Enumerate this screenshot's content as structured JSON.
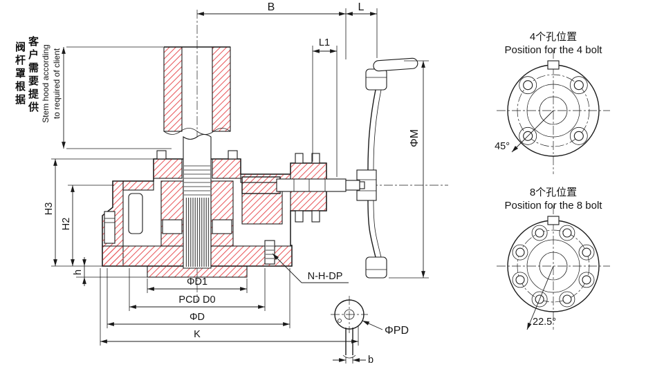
{
  "drawing_notes": {
    "stem_hood_cn_col1": "阀杆罩根据",
    "stem_hood_cn_col2": "客户需要提供",
    "stem_hood_en_line1": "Stem hood according",
    "stem_hood_en_line2": "to required of client"
  },
  "dimensions": {
    "B": "B",
    "L": "L",
    "L1": "L1",
    "phi_M": "ΦM",
    "H3": "H3",
    "H2": "H2",
    "h": "h",
    "phi_D1": "ΦD1",
    "PCD_D0": "PCD D0",
    "phi_D": "ΦD",
    "K": "K",
    "bolt_hole_spec": "N-H-DP",
    "phi_PD": "ΦPD",
    "b": "b"
  },
  "detail_views": {
    "bolt4": {
      "title_cn": "4个孔位置",
      "title_en": "Position for the 4 bolt",
      "angle_label": "45°"
    },
    "bolt8": {
      "title_cn": "8个孔位置",
      "title_en": "Position for the 8 bolt",
      "angle_label": "22.5°"
    }
  },
  "colors": {
    "section_hatch": "#e8585c",
    "line": "#1a1a1a",
    "background": "#ffffff"
  }
}
